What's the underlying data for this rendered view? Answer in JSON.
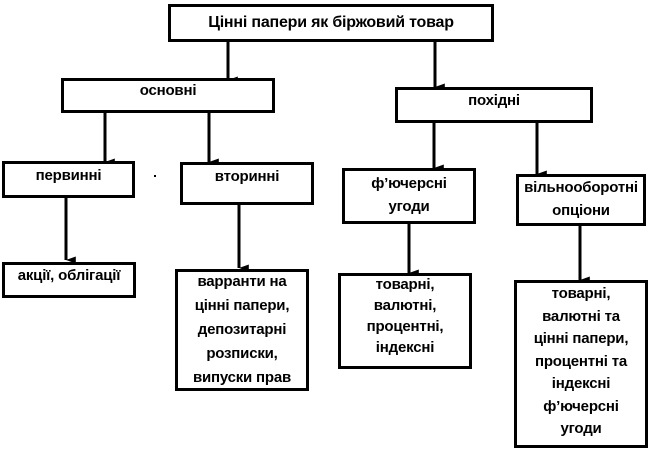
{
  "diagram": {
    "root": {
      "label": "Цінні папери як біржовий товар"
    },
    "level1": [
      {
        "id": "basic",
        "label": "основні"
      },
      {
        "id": "derivative",
        "label": "похідні"
      }
    ],
    "level2": [
      {
        "id": "primary",
        "parent": "basic",
        "lines": [
          "первинні"
        ]
      },
      {
        "id": "secondary",
        "parent": "basic",
        "lines": [
          "вторинні"
        ]
      },
      {
        "id": "futures",
        "parent": "derivative",
        "lines": [
          "ф’ючерсні",
          "угоди"
        ]
      },
      {
        "id": "options",
        "parent": "derivative",
        "lines": [
          "вільнооборотні",
          "опціони"
        ]
      }
    ],
    "level3": [
      {
        "id": "primary-items",
        "parent": "primary",
        "lines": [
          "акції, облігації"
        ]
      },
      {
        "id": "secondary-items",
        "parent": "secondary",
        "lines": [
          "варранти на",
          "цінні папери,",
          "депозитарні",
          "розписки,",
          "випуски прав"
        ]
      },
      {
        "id": "futures-items",
        "parent": "futures",
        "lines": [
          "товарні,",
          "валютні,",
          "процентні,",
          "індексні"
        ]
      },
      {
        "id": "options-items",
        "parent": "options",
        "lines": [
          "товарні,",
          "валютні та",
          "цінні папери,",
          "процентні та",
          "індексні",
          "ф’ючерсні",
          "угоди"
        ]
      }
    ],
    "colors": {
      "stroke": "#000000",
      "background": "#ffffff"
    }
  }
}
